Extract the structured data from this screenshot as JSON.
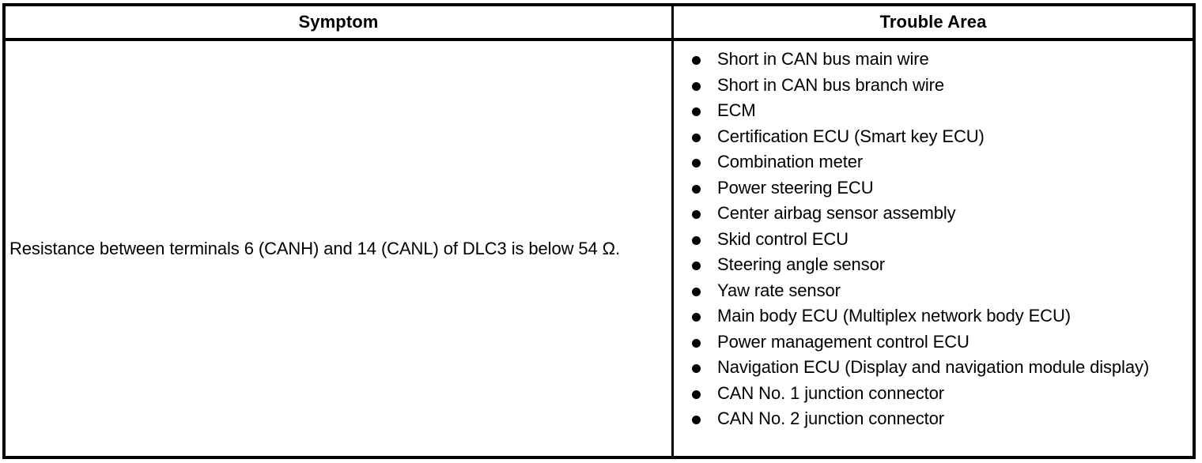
{
  "table": {
    "columns": [
      {
        "key": "symptom",
        "header": "Symptom"
      },
      {
        "key": "trouble_area",
        "header": "Trouble Area"
      }
    ],
    "rows": [
      {
        "symptom": "Resistance between terminals 6 (CANH) and 14 (CANL) of DLC3 is below 54 Ω.",
        "trouble_area": [
          "Short in CAN bus main wire",
          "Short in CAN bus branch wire",
          "ECM",
          "Certification ECU (Smart key ECU)",
          "Combination meter",
          "Power steering ECU",
          "Center airbag sensor assembly",
          "Skid control ECU",
          "Steering angle sensor",
          "Yaw rate sensor",
          "Main body ECU (Multiplex network body ECU)",
          "Power management control ECU",
          "Navigation ECU (Display and navigation module display)",
          "CAN No. 1 junction connector",
          "CAN No. 2 junction connector"
        ]
      }
    ]
  },
  "style": {
    "border_color": "#000000",
    "text_color": "#000000",
    "background": "#ffffff"
  }
}
